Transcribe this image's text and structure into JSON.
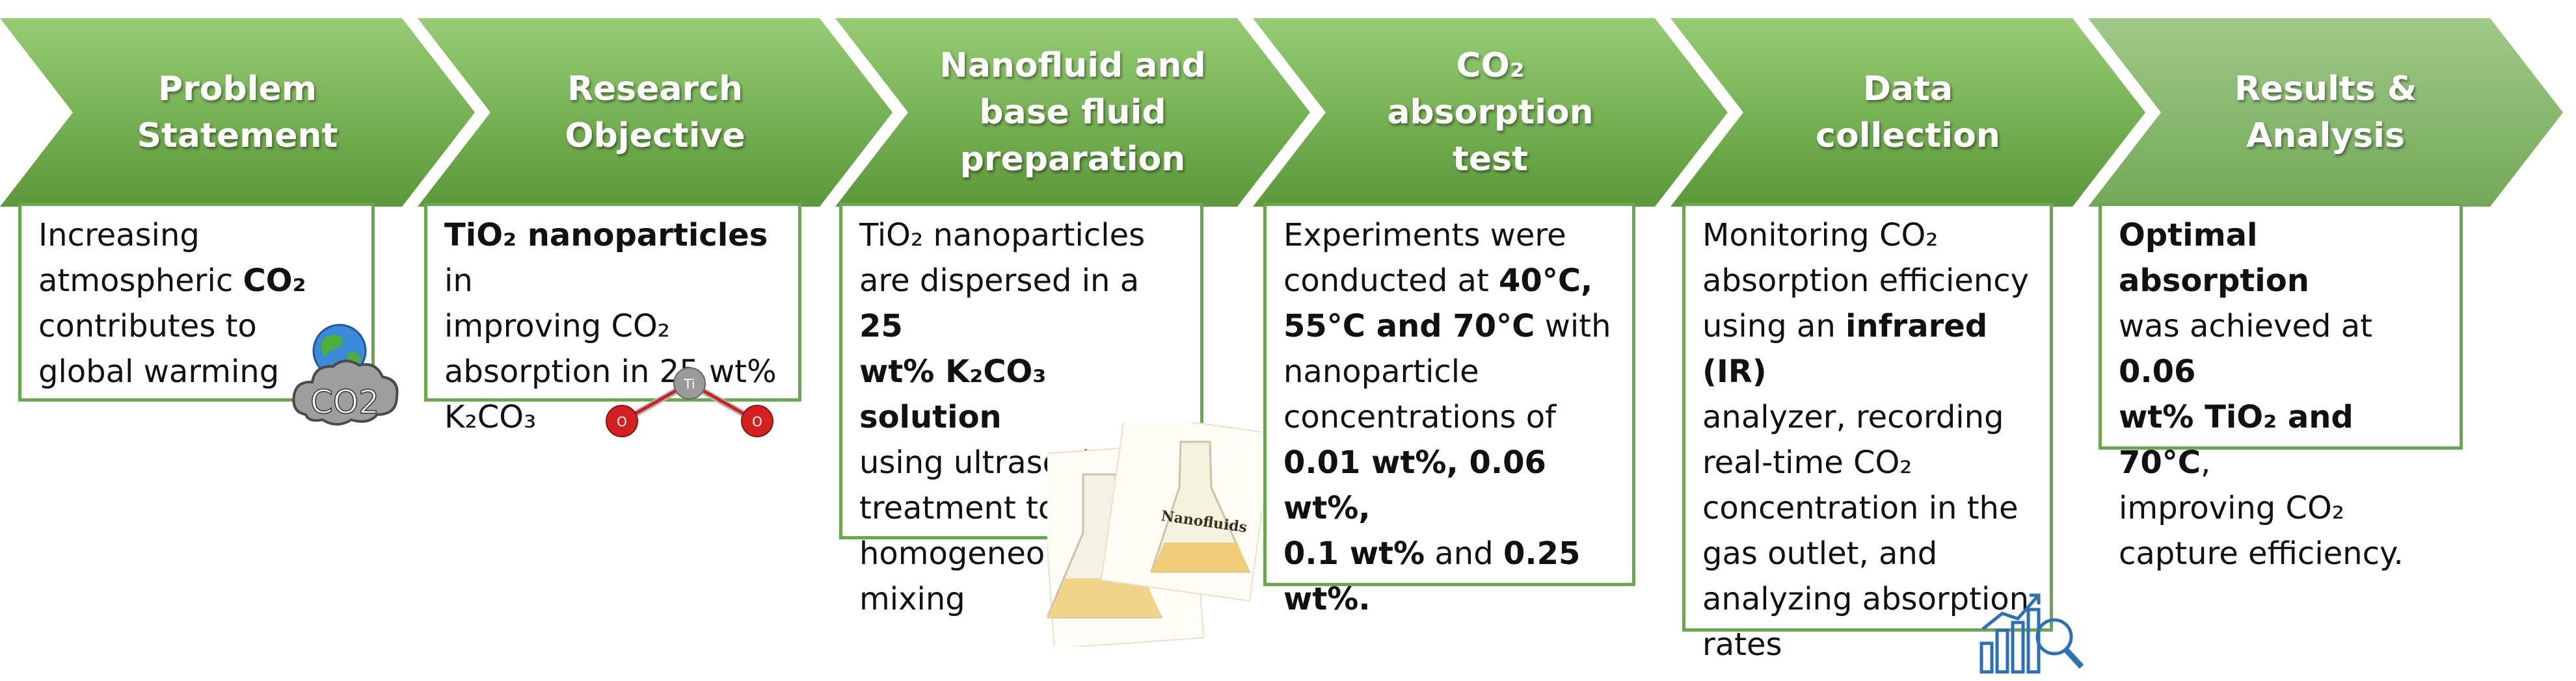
{
  "colors": {
    "chevron_light": "#8cc46a",
    "chevron_dark": "#5e9c3b",
    "box_border": "#6aa84f"
  },
  "steps": [
    {
      "title": [
        "Problem",
        "Statement"
      ]
    },
    {
      "title": [
        "Research",
        "Objective"
      ]
    },
    {
      "title": [
        "Nanofluid and",
        "base fluid",
        "preparation"
      ]
    },
    {
      "title": [
        "CO₂",
        "absorption",
        "test"
      ]
    },
    {
      "title": [
        "Data",
        "collection"
      ]
    },
    {
      "title": [
        "Results &",
        "Analysis"
      ]
    }
  ],
  "box1": {
    "l1": "Increasing",
    "l2a": "atmospheric ",
    "l2b": "CO₂",
    "l3": "contributes to",
    "l4": "global warming"
  },
  "box2": {
    "l1a": "TiO₂ nanoparticles",
    "l1b": " in",
    "l2": "improving CO₂",
    "l3": "absorption in 25 wt%",
    "l4": "K₂CO₃"
  },
  "box3": {
    "l1": "TiO₂ nanoparticles",
    "l2a": "are dispersed in a ",
    "l2b": "25",
    "l3": "wt% K₂CO₃ solution",
    "l4": "using ultrasonic",
    "l5": "treatment to ensure",
    "l6": "homogeneous",
    "l7": "mixing"
  },
  "box4": {
    "l1": "Experiments were",
    "l2a": "conducted at ",
    "l2b": "40°C,",
    "l3a": "55°C and 70°C",
    "l3b": " with",
    "l4": "nanoparticle",
    "l5": "concentrations of",
    "l6": "0.01 wt%, 0.06 wt%,",
    "l7a": "0.1 wt%",
    "l7b": " and ",
    "l7c": "0.25",
    "l8": "wt%."
  },
  "box5": {
    "l1": "Monitoring CO₂",
    "l2": "absorption efficiency",
    "l3a": "using an ",
    "l3b": "infrared (IR)",
    "l4": "analyzer, recording",
    "l5": "real-time CO₂",
    "l6": "concentration in the",
    "l7": "gas outlet, and",
    "l8": "analyzing absorption",
    "l9": "rates"
  },
  "box6": {
    "l1": "Optimal absorption",
    "l2a": "was achieved at ",
    "l2b": "0.06",
    "l3a": "wt% TiO₂ and 70°C",
    "l3b": ",",
    "l4": "improving CO₂",
    "l5": "capture efficiency."
  },
  "icons": {
    "co2_cloud": {
      "name": "co2-cloud-earth-icon",
      "label": "CO2"
    },
    "molecule": {
      "name": "tio2-molecule-icon",
      "center": "Ti",
      "left": "O",
      "right": "O"
    },
    "flasks": {
      "name": "nanofluid-flasks-icon",
      "label": "Nanofluids"
    },
    "chart": {
      "name": "bar-chart-magnifier-icon"
    }
  }
}
